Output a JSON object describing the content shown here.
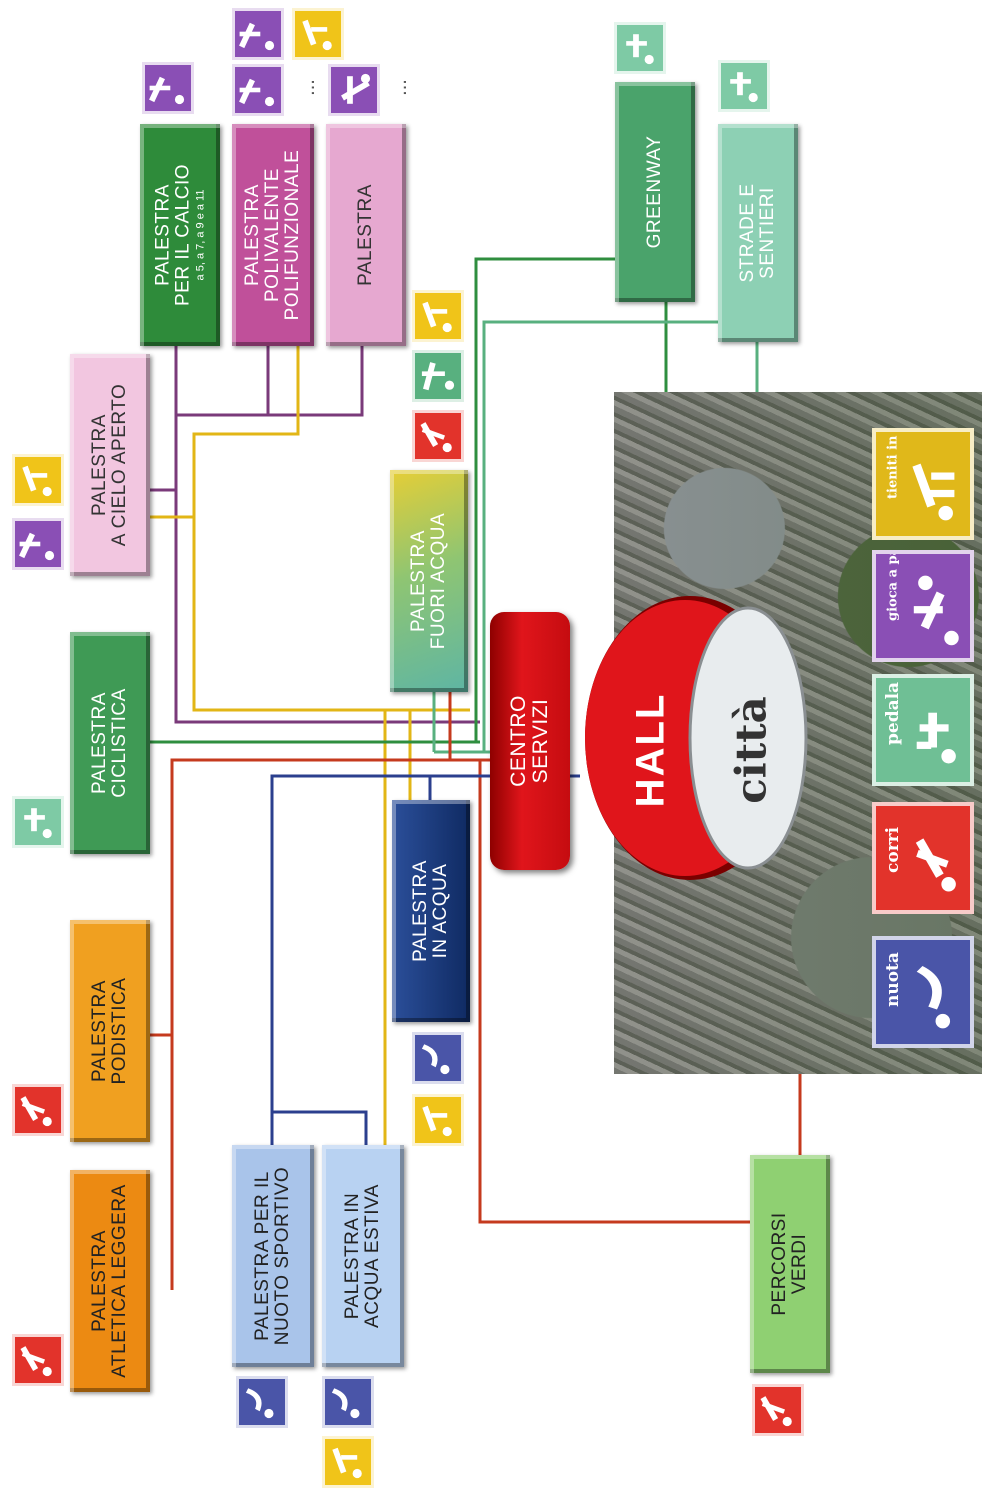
{
  "boxes": {
    "calcio": {
      "label": "PALESTRA\nPER IL CALCIO",
      "sub": "a 5, a 7, a 9 e a 11"
    },
    "polivalente": {
      "label": "PALESTRA\nPOLIVALENTE\nPOLIFUNZIONALE"
    },
    "palestra": {
      "label": "PALESTRA"
    },
    "cielo_aperto": {
      "label": "PALESTRA\nA CIELO APERTO"
    },
    "ciclistica": {
      "label": "PALESTRA\nCICLISTICA"
    },
    "podistica": {
      "label": "PALESTRA\nPODISTICA"
    },
    "atletica": {
      "label": "PALESTRA\nATLETICA LEGGERA"
    },
    "nuoto_sportivo": {
      "label": "PALESTRA PER IL\nNUOTO SPORTIVO"
    },
    "acqua_estiva": {
      "label": "PALESTRA IN\nACQUA ESTIVA"
    },
    "in_acqua": {
      "label": "PALESTRA\nIN ACQUA"
    },
    "fuori_acqua": {
      "label": "PALESTRA\nFUORI ACQUA"
    },
    "centro_servizi": {
      "label": "CENTRO\nSERVIZI"
    },
    "greenway": {
      "label": "GREENWAY"
    },
    "strade": {
      "label": "STRADE E\nSENTIERI"
    },
    "percorsi": {
      "label": "PERCORSI\nVERDI"
    }
  },
  "hall": {
    "label": "HALL",
    "city": "città"
  },
  "tiles": [
    {
      "label": "tieniti in forma",
      "icon": "fitness-icon",
      "color": "#e8c21a"
    },
    {
      "label": "gioca a palla",
      "icon": "ball-player-icon",
      "color": "#8a4fb5"
    },
    {
      "label": "pedala",
      "icon": "cyclist-icon",
      "color": "#6fbf95"
    },
    {
      "label": "corri",
      "icon": "runner-icon",
      "color": "#e2332b"
    },
    {
      "label": "nuota",
      "icon": "swimmer-icon",
      "color": "#4a55a8"
    }
  ],
  "ellipsis": "...",
  "colors": {
    "red": "#e2332b",
    "yellow": "#f0c419",
    "purple": "#8a4fb5",
    "mint": "#7ecaa5",
    "blue": "#4a55a8",
    "green_dark": "#2e8b3a",
    "magenta": "#c0509a",
    "pink": "#e6a8d0",
    "pink_light": "#f2c6e0",
    "green_mid": "#3f9a55",
    "orange": "#f0a020",
    "orange_dark": "#ec8a12",
    "blue_light": "#a9c4ea",
    "blue_light2": "#b8d2f2",
    "navy": "#1a3a78",
    "greenway": "#4aa36b",
    "strade": "#8dd0b4",
    "percorsi": "#8fd072"
  }
}
